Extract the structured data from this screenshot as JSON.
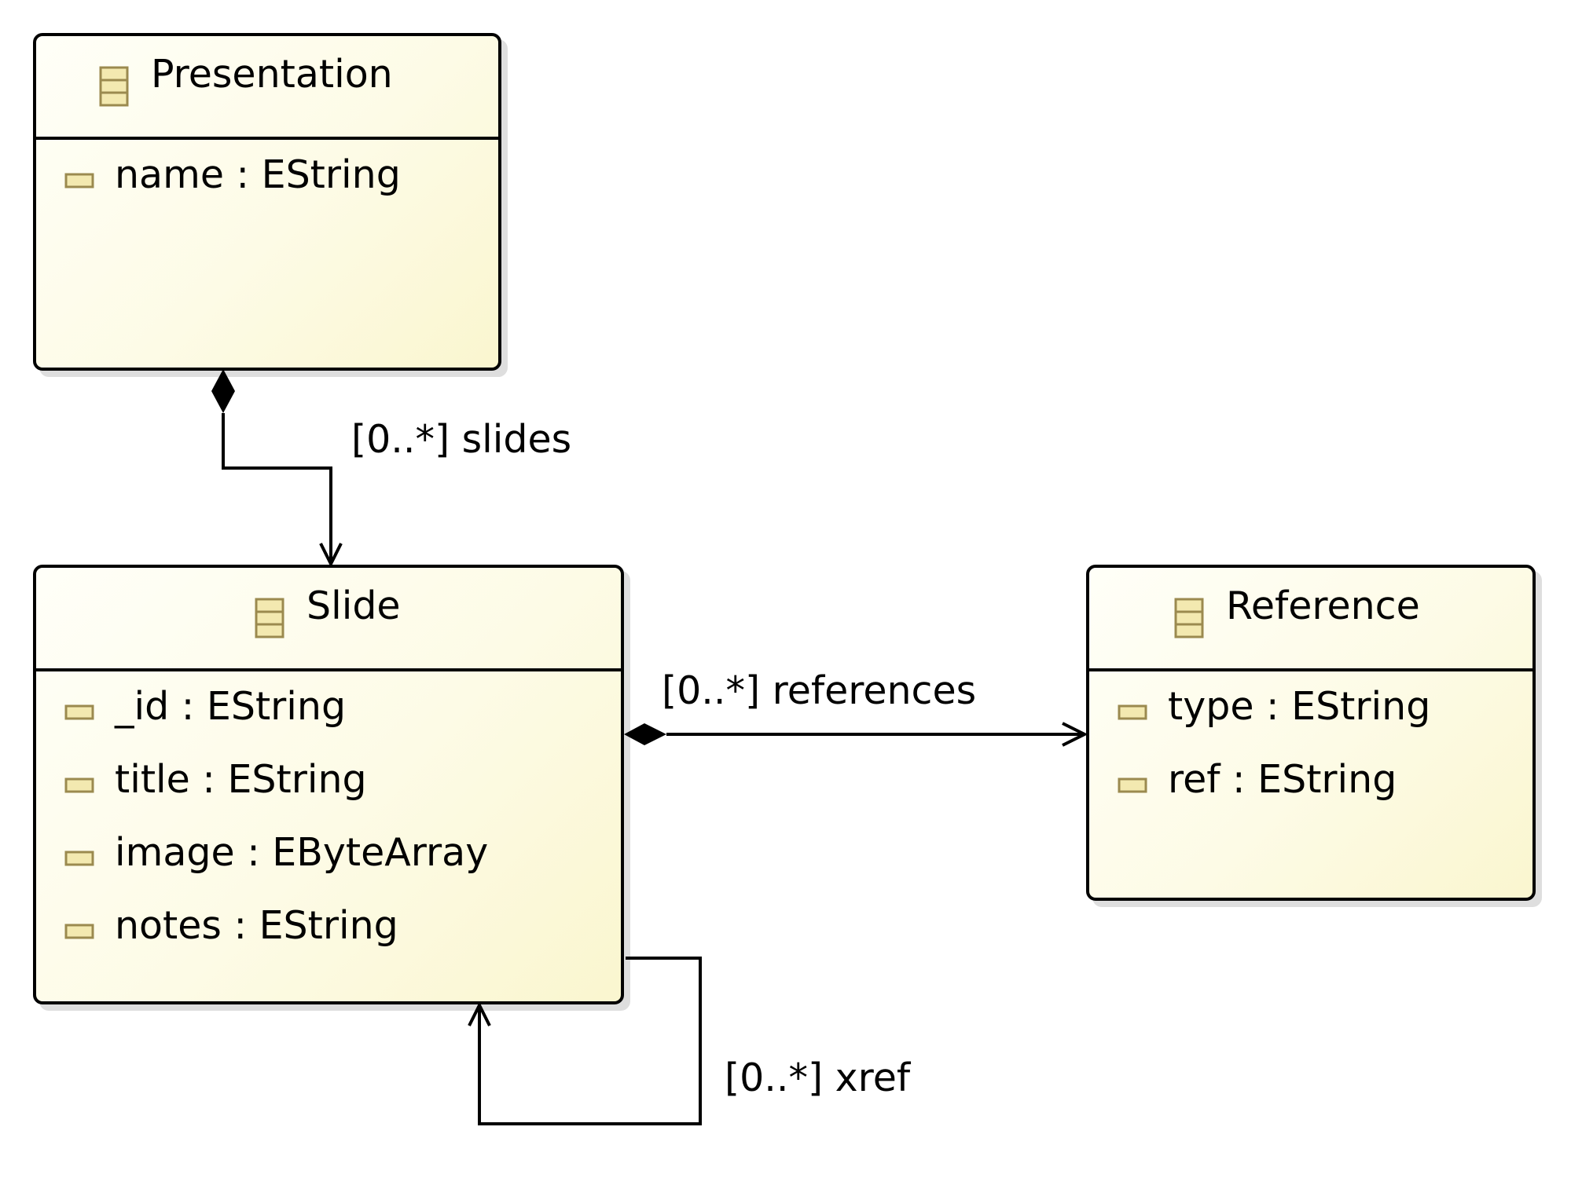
{
  "classes": {
    "presentation": {
      "name": "Presentation",
      "attributes": [
        "name : EString"
      ]
    },
    "slide": {
      "name": "Slide",
      "attributes": [
        "_id : EString",
        "title : EString",
        "image : EByteArray",
        "notes : EString"
      ]
    },
    "reference": {
      "name": "Reference",
      "attributes": [
        "type : EString",
        "ref : EString"
      ]
    }
  },
  "edges": {
    "slides": {
      "label": "[0..*] slides",
      "source": "Presentation",
      "target": "Slide",
      "kind": "composition"
    },
    "references": {
      "label": "[0..*] references",
      "source": "Slide",
      "target": "Reference",
      "kind": "composition"
    },
    "xref": {
      "label": "[0..*] xref",
      "source": "Slide",
      "target": "Slide",
      "kind": "reference"
    }
  },
  "icons": {
    "class": "eclass-icon",
    "attribute": "eattribute-icon"
  },
  "colors": {
    "box_fill_start": "#fffff8",
    "box_fill_end": "#faf6cf",
    "icon_stroke": "#9b8a4f",
    "icon_fill": "#f3e9b0"
  }
}
